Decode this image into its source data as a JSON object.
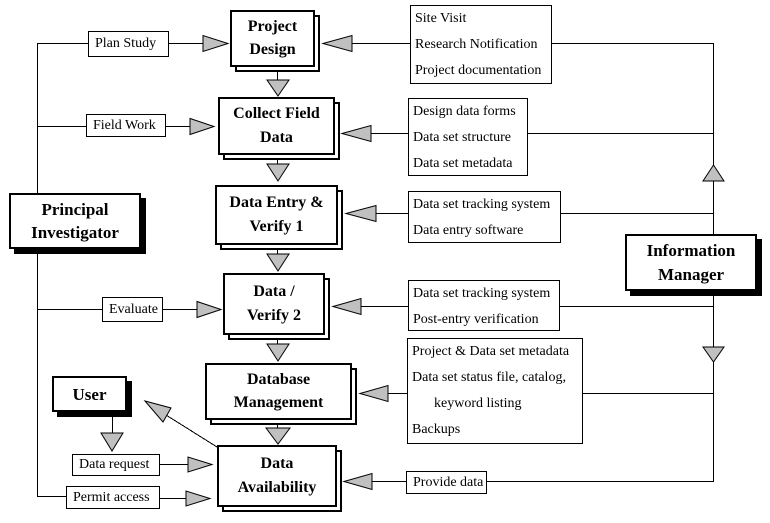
{
  "boxes": {
    "plan_study": "Plan Study",
    "field_work": "Field Work",
    "evaluate": "Evaluate",
    "principal_investigator": [
      "Principal",
      "Investigator"
    ],
    "user": "User",
    "data_request": "Data request",
    "permit_access": "Permit access",
    "project_design": [
      "Project",
      "Design"
    ],
    "collect_field_data": [
      "Collect Field",
      "Data"
    ],
    "data_entry_verify1": [
      "Data Entry &",
      "Verify 1"
    ],
    "data_verify2": [
      "Data  /",
      "Verify 2"
    ],
    "database_management": [
      "Database",
      "Management"
    ],
    "data_availability": [
      "Data",
      "Availability"
    ],
    "site_visit_notes": [
      "Site Visit",
      "Research Notification",
      "Project documentation"
    ],
    "design_notes": [
      "Design data forms",
      "Data set structure",
      "Data set metadata"
    ],
    "entry_notes": [
      "Data set tracking system",
      "Data entry software"
    ],
    "verify_notes": [
      "Data set tracking system",
      "Post-entry verification"
    ],
    "database_notes": [
      "Project & Data set metadata",
      "Data set status file, catalog,",
      "keyword listing",
      "Backups"
    ],
    "provide_data": "Provide data",
    "information_manager": [
      "Information",
      "Manager"
    ]
  },
  "colors": {
    "line": "#000000",
    "arrow_fill": "#c0c0c0",
    "box_bg": "#ffffff",
    "page_bg": "#ffffff"
  }
}
